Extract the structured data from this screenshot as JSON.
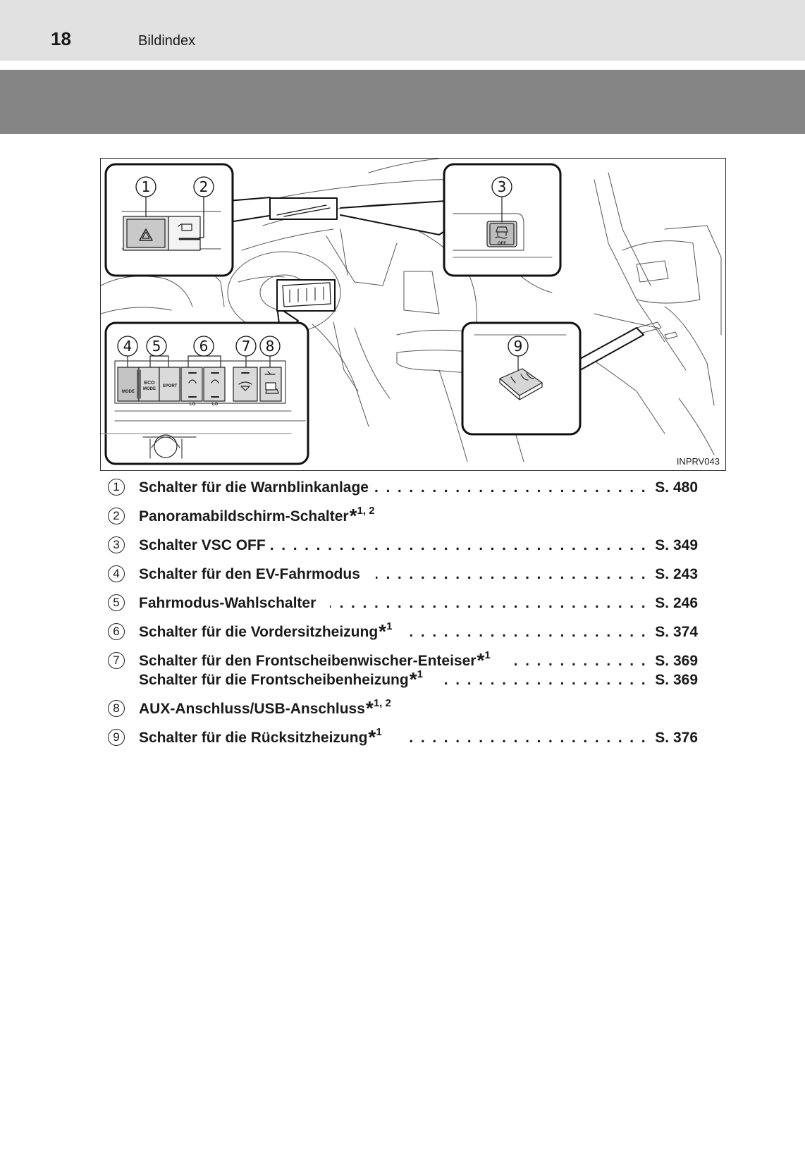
{
  "header": {
    "page_number": "18",
    "section": "Bildindex"
  },
  "figure": {
    "id": "INPRV043",
    "callouts": [
      "1",
      "2",
      "3",
      "4",
      "5",
      "6",
      "7",
      "8",
      "9"
    ],
    "button_labels": {
      "ev_mode": "MODE",
      "eco": "ECO",
      "eco_mode": "MODE",
      "sport": "SPORT",
      "lo_left": "LO",
      "lo_right": "LO",
      "vsc_off": "OFF"
    }
  },
  "index": {
    "leader_dots": ". . . . . . . . . . . . . . . . . . . . . . . . . . . . . . . . . . . . . . . . . . . . . . . . . . . . . . . . . . . .",
    "entries": [
      {
        "num": "1",
        "text": "Schalter für die Warnblinkanlage",
        "star": "",
        "sup": "",
        "page": "S. 480"
      },
      {
        "num": "2",
        "text": "Panoramabildschirm-Schalter",
        "star": "*",
        "sup": "1, 2",
        "page": ""
      },
      {
        "num": "3",
        "text": "Schalter VSC OFF",
        "star": "",
        "sup": "",
        "page": "S. 349"
      },
      {
        "num": "4",
        "text": "Schalter für den EV-Fahrmodus",
        "star": "",
        "sup": "",
        "page": "S. 243"
      },
      {
        "num": "5",
        "text": "Fahrmodus-Wahlschalter",
        "star": "",
        "sup": "",
        "page": "S. 246"
      },
      {
        "num": "6",
        "text": "Schalter für die Vordersitzheizung",
        "star": "*",
        "sup": "1",
        "page": "S. 374"
      },
      {
        "num": "7",
        "text": "Schalter für den Frontscheibenwischer-Enteiser",
        "star": "*",
        "sup": "1",
        "page": "S. 369"
      },
      {
        "num": "",
        "text": "Schalter für die Frontscheibenheizung",
        "star": "*",
        "sup": "1",
        "page": "S. 369"
      },
      {
        "num": "8",
        "text": "AUX-Anschluss/USB-Anschluss",
        "star": "*",
        "sup": "1, 2",
        "page": ""
      },
      {
        "num": "9",
        "text": "Schalter für die Rücksitzheizung",
        "star": "*",
        "sup": "1",
        "page": "S. 376"
      }
    ]
  }
}
